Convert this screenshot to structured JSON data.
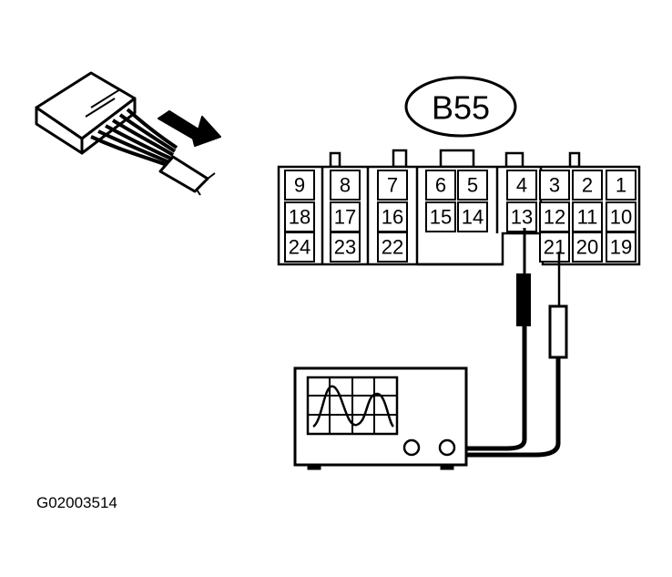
{
  "connector": {
    "name": "B55",
    "pins_row1": [
      "9",
      "8",
      "7",
      "6",
      "5",
      "4",
      "3",
      "2",
      "1"
    ],
    "pins_row2": [
      "18",
      "17",
      "16",
      "15",
      "14",
      "13",
      "12",
      "11",
      "10"
    ],
    "pins_row3": [
      "24",
      "23",
      "22",
      "21",
      "20",
      "19"
    ]
  },
  "figure_code": "G02003514",
  "icons": {
    "connector_view": "connector-back-view-icon",
    "view_arrow": "arrow-icon",
    "instrument": "oscilloscope-icon"
  },
  "colors": {
    "line": "#000000",
    "background": "#ffffff"
  }
}
